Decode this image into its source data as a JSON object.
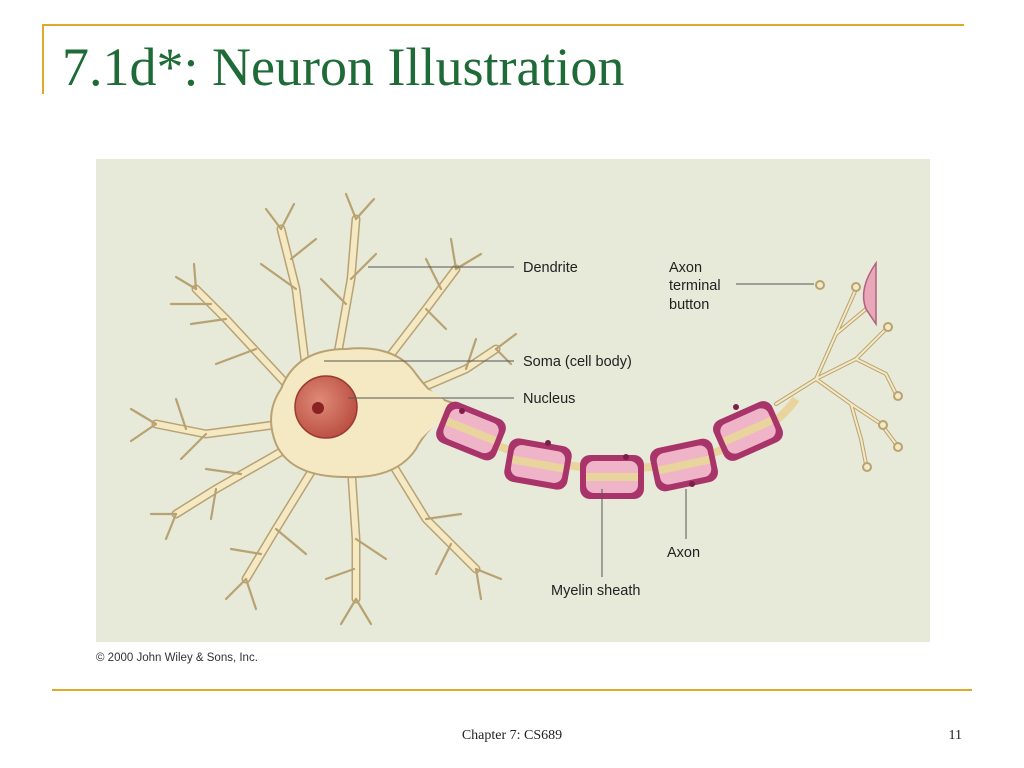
{
  "slide": {
    "title": "7.1d*: Neuron Illustration",
    "footer_center": "Chapter 7: CS689",
    "page_number": "11"
  },
  "diagram": {
    "labels": {
      "dendrite": "Dendrite",
      "soma": "Soma (cell body)",
      "nucleus": "Nucleus",
      "axon_terminal_1": "Axon",
      "axon_terminal_2": "terminal",
      "axon_terminal_3": "button",
      "axon": "Axon",
      "myelin": "Myelin sheath"
    },
    "copyright": "© 2000 John Wiley & Sons, Inc."
  },
  "colors": {
    "title": "#1e6b37",
    "accent_rule": "#e0a92a",
    "panel": "#e7e9d9",
    "neuron_fill": "#f5e9c3",
    "neuron_stroke": "#b8a272",
    "nucleus": "#c75a4c",
    "myelin": "#a8346a",
    "myelin_inner": "#f0b4c8"
  }
}
